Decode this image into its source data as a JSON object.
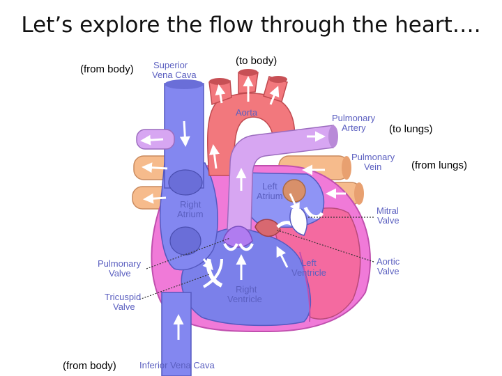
{
  "title": "Let’s explore the flow through the heart….",
  "flow_notes": {
    "top_left": "(from body)",
    "top_center": "(to body)",
    "right_upper": "(to lungs)",
    "right_lower": "(from lungs)",
    "bottom_left": "(from body)"
  },
  "labels": {
    "superior_vena_cava": [
      "Superior",
      "Vena Cava"
    ],
    "aorta": "Aorta",
    "pulmonary_artery": [
      "Pulmonary",
      "Artery"
    ],
    "pulmonary_vein": [
      "Pulmonary",
      "Vein"
    ],
    "left_atrium": [
      "Left",
      "Atrium"
    ],
    "right_atrium": [
      "Right",
      "Atrium"
    ],
    "mitral_valve": [
      "Mitral",
      "Valve"
    ],
    "pulmonary_valve": [
      "Pulmonary",
      "Valve"
    ],
    "aortic_valve": [
      "Aortic",
      "Valve"
    ],
    "left_ventricle": [
      "Left",
      "Ventricle"
    ],
    "tricuspid_valve": [
      "Tricuspid",
      "Valve"
    ],
    "right_ventricle": [
      "Right",
      "Ventricle"
    ],
    "inferior_vena_cava": "Inferior Vena Cava"
  },
  "colors": {
    "blue_vessel": "#8387f0",
    "blue_dark": "#6a6ed8",
    "aorta": "#f2787d",
    "pulmonary_artery": "#d7a6f2",
    "pulmonary_vein": "#f6bb8c",
    "heart_wall": "#f07ad8",
    "left_ventricle": "#f46aa0",
    "label": "#5b5fc0"
  }
}
